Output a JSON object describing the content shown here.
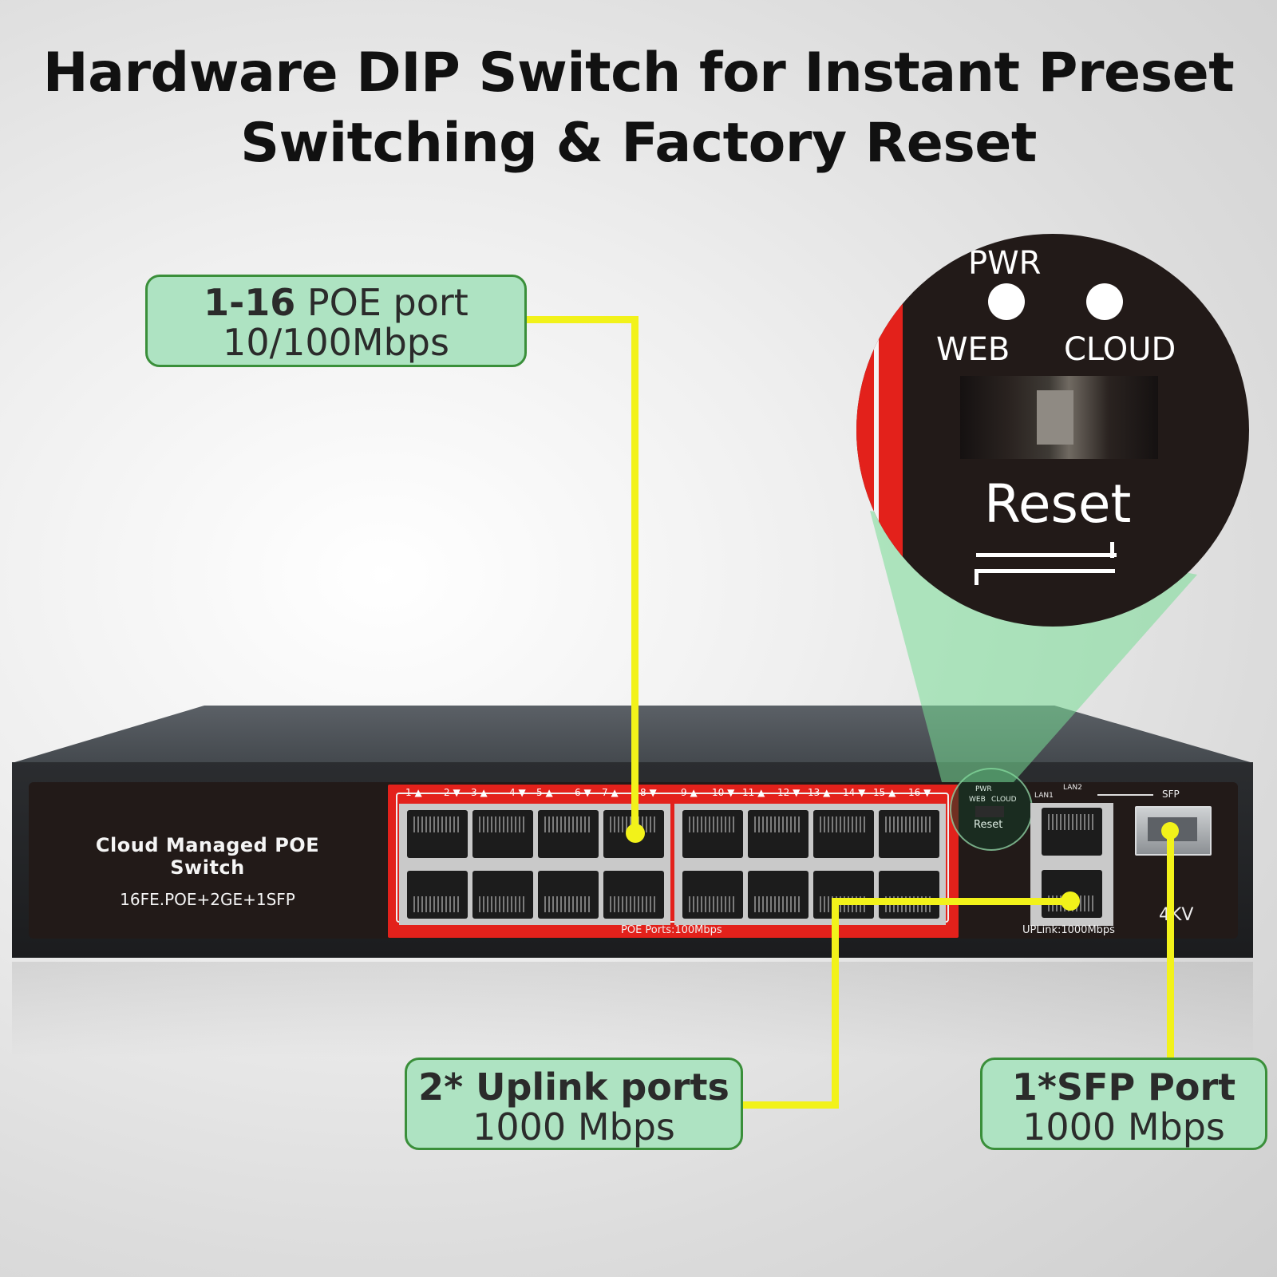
{
  "headline": {
    "line1": "Hardware DIP Switch for Instant Preset",
    "line2": "Switching & Factory Reset"
  },
  "callouts": {
    "poe": {
      "bold": "1-16",
      "rest": " POE port",
      "line2": "10/100Mbps"
    },
    "uplink": {
      "line1": "2* Uplink ports",
      "line2": "1000 Mbps"
    },
    "sfp": {
      "line1": "1*SFP Port",
      "line2": "1000 Mbps"
    }
  },
  "zoom": {
    "pwr": "PWR",
    "web": "WEB",
    "cloud": "CLOUD",
    "reset": "Reset"
  },
  "device": {
    "name": "Cloud Managed POE Switch",
    "model": "16FE.POE+2GE+1SFP",
    "poe_caption": "POE Ports:100Mbps",
    "uplink_caption": "UPLink:1000Mbps",
    "surge": "4KV",
    "sfp_label": "SFP",
    "lan1": "LAN1",
    "lan2": "LAN2",
    "mini_pwr": "PWR",
    "mini_web": "WEB",
    "mini_cloud": "CLOUD",
    "mini_reset": "Reset",
    "port_numbers_left": [
      "1 ▲",
      "2 ▼",
      "3 ▲",
      "4 ▼",
      "5 ▲",
      "6 ▼",
      "7 ▲",
      "8 ▼"
    ],
    "port_numbers_right": [
      "9 ▲",
      "10 ▼",
      "11 ▲",
      "12 ▼",
      "13 ▲",
      "14 ▼",
      "15 ▲",
      "16 ▼"
    ]
  },
  "colors": {
    "callout_fill": "#aee3c2",
    "callout_border": "#3a8f3a",
    "leader_line": "#f2f21a",
    "poe_panel": "#e3211b",
    "faceplate": "#221a18"
  }
}
